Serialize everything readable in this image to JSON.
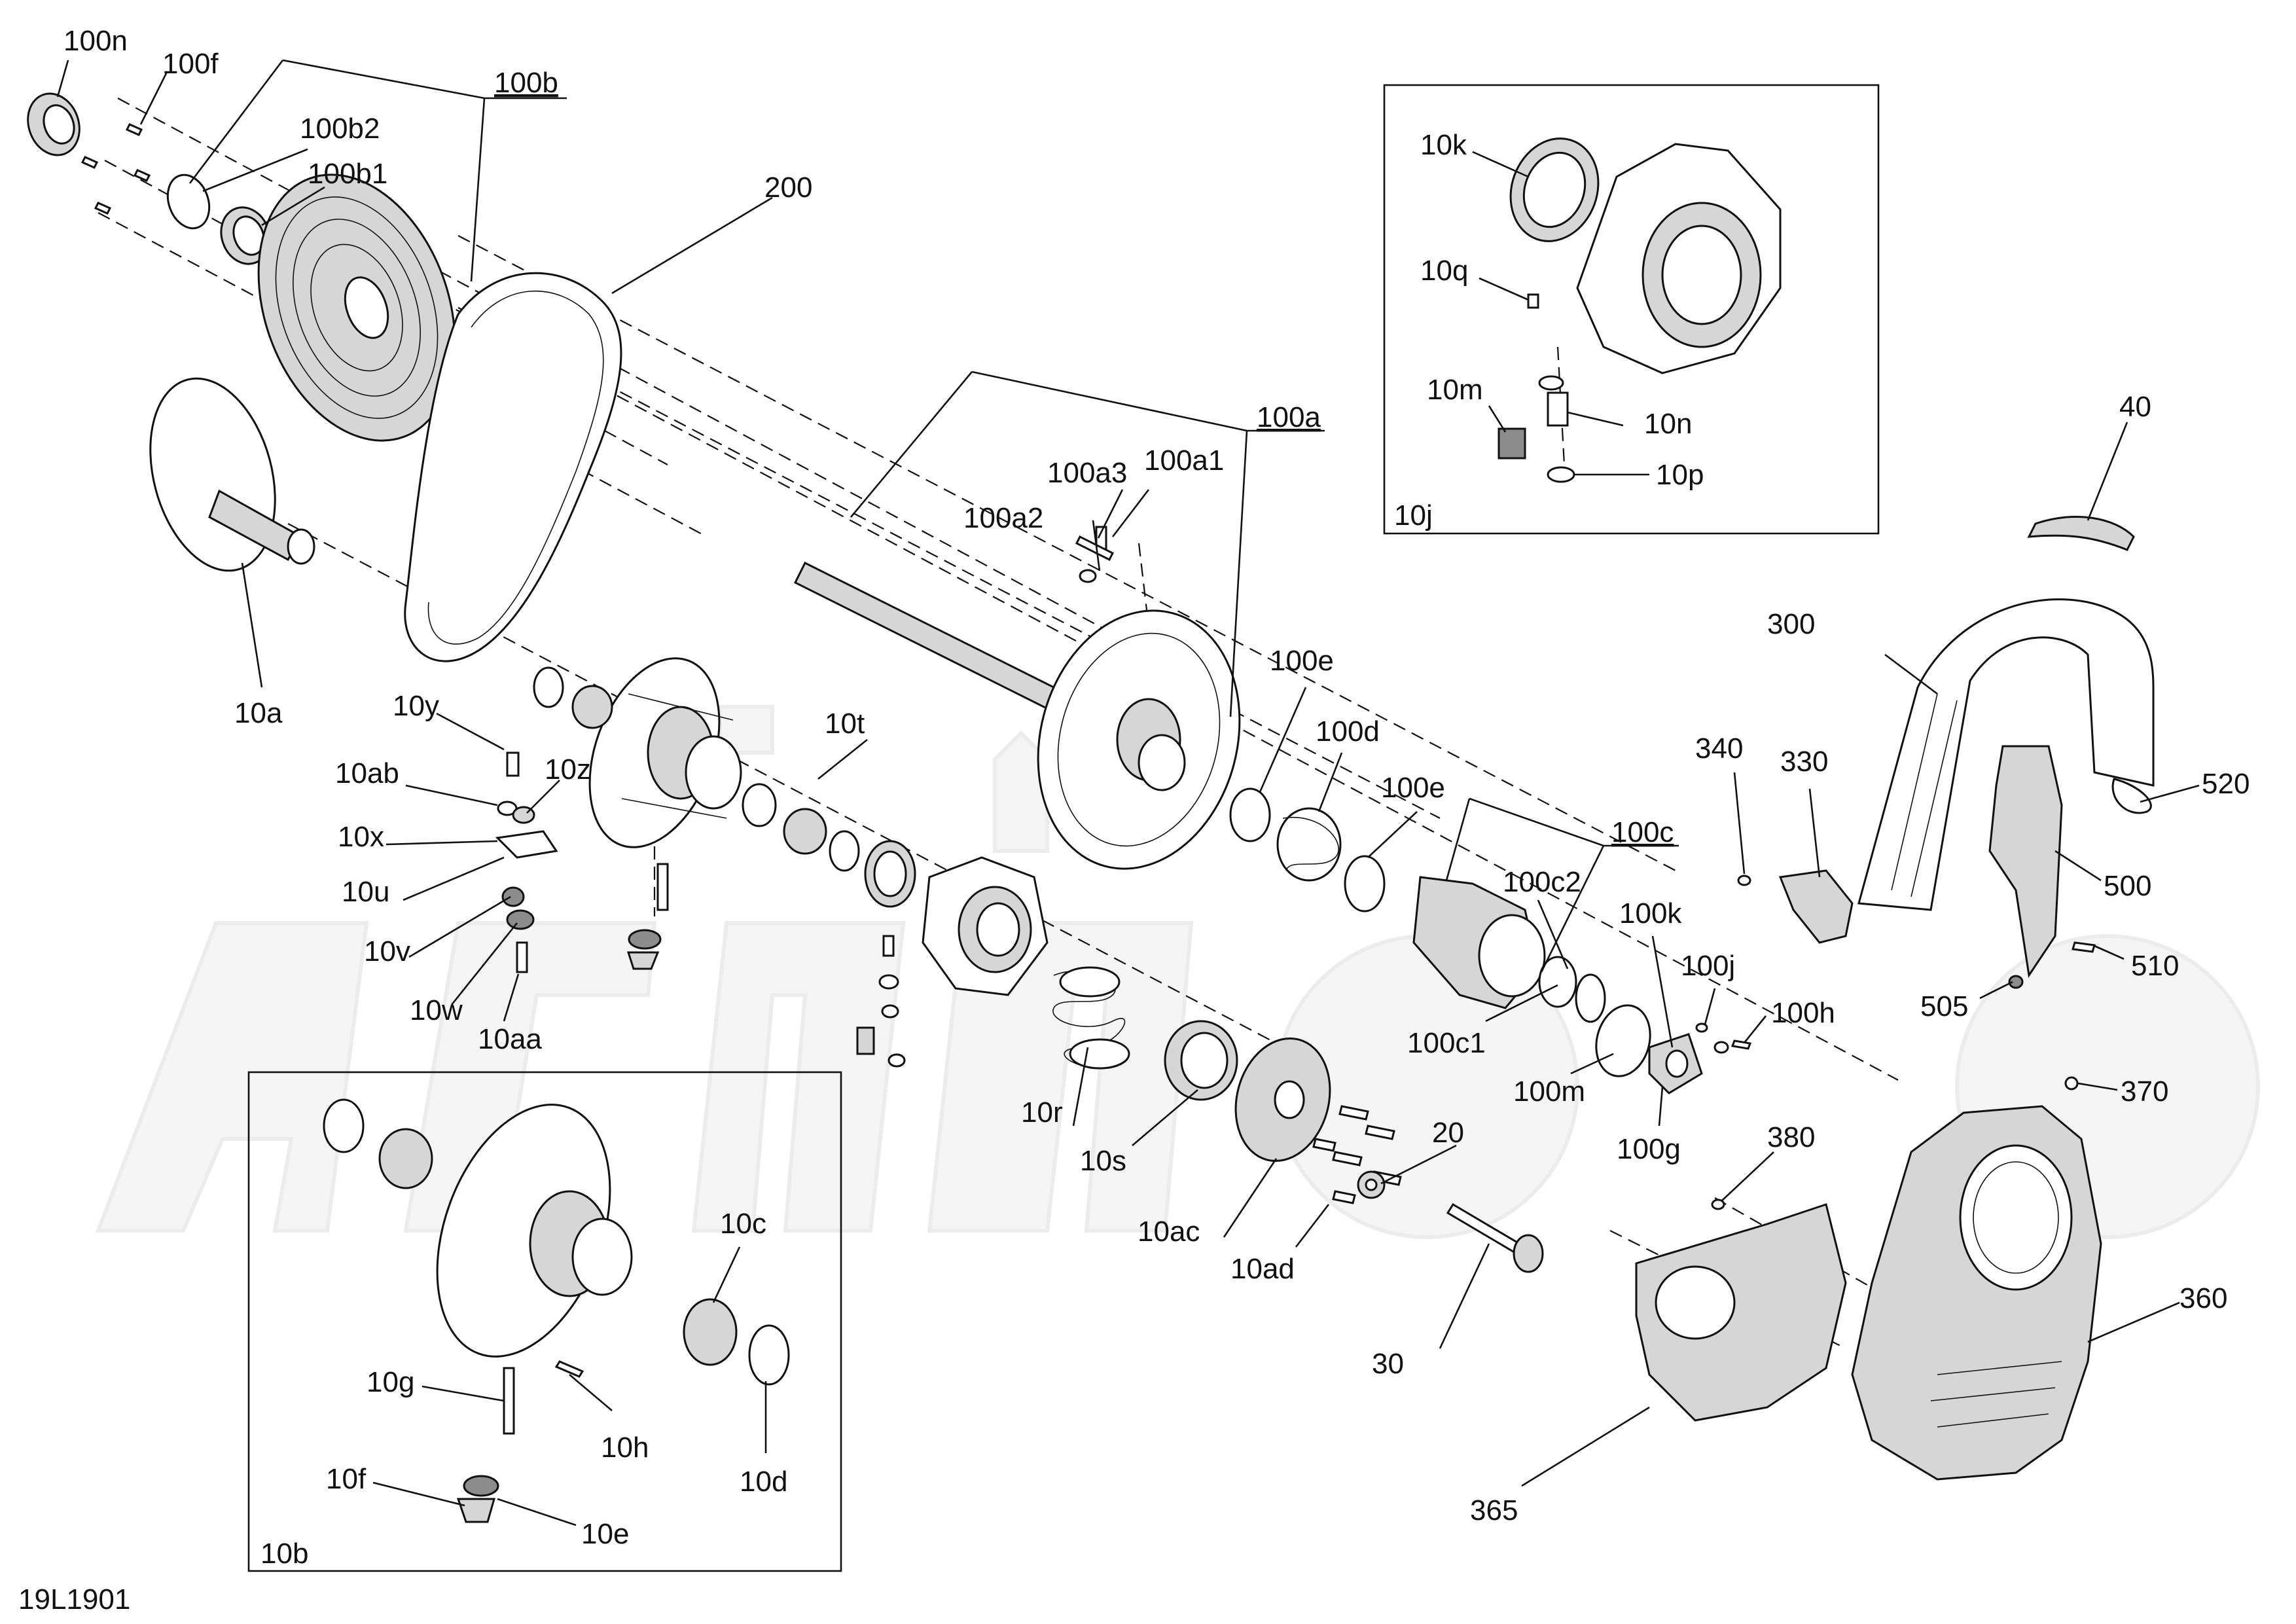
{
  "diagram_id": "19L1901",
  "callouts": {
    "l_100n": "100n",
    "l_100f": "100f",
    "l_100b": "100b",
    "l_100b2": "100b2",
    "l_100b1": "100b1",
    "l_200": "200",
    "l_10a": "10a",
    "l_100a": "100a",
    "l_100a3": "100a3",
    "l_100a1": "100a1",
    "l_100a2": "100a2",
    "l_10y": "10y",
    "l_10ab": "10ab",
    "l_10z": "10z",
    "l_10x": "10x",
    "l_10u": "10u",
    "l_10v": "10v",
    "l_10w": "10w",
    "l_10aa": "10aa",
    "l_10t": "10t",
    "l_10r": "10r",
    "l_10s": "10s",
    "l_10ac": "10ac",
    "l_10ad": "10ad",
    "l_20": "20",
    "l_30": "30",
    "l_100e_1": "100e",
    "l_100d": "100d",
    "l_100e_2": "100e",
    "l_100c": "100c",
    "l_100c2": "100c2",
    "l_100c1": "100c1",
    "l_100k": "100k",
    "l_100j": "100j",
    "l_100h": "100h",
    "l_100m": "100m",
    "l_100g": "100g",
    "l_10k": "10k",
    "l_10q": "10q",
    "l_10m": "10m",
    "l_10n": "10n",
    "l_10p": "10p",
    "l_10j": "10j",
    "l_40": "40",
    "l_300": "300",
    "l_340": "340",
    "l_330": "330",
    "l_520": "520",
    "l_500": "500",
    "l_510": "510",
    "l_505": "505",
    "l_370": "370",
    "l_380": "380",
    "l_360": "360",
    "l_365": "365",
    "l_10c": "10c",
    "l_10g": "10g",
    "l_10h": "10h",
    "l_10f": "10f",
    "l_10e": "10e",
    "l_10d": "10d",
    "l_10b": "10b"
  }
}
